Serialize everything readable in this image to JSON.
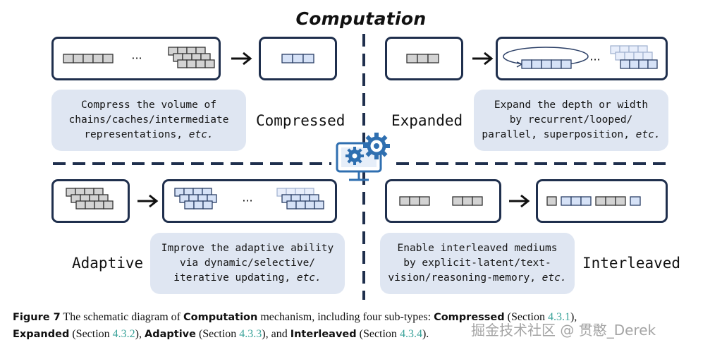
{
  "title": "Computation",
  "quadrants": {
    "compressed": {
      "label": "Compressed",
      "ellipsis": "···",
      "desc_line1": "Compress the volume of",
      "desc_line2": "chains/caches/intermediate",
      "desc_line3_pre": "representations, ",
      "desc_line3_it": "etc."
    },
    "expanded": {
      "label": "Expanded",
      "ellipsis": "···",
      "desc_line1": "Expand the depth or width",
      "desc_line2": "by recurrent/looped/",
      "desc_line3_pre": "parallel, superposition, ",
      "desc_line3_it": "etc."
    },
    "adaptive": {
      "label": "Adaptive",
      "ellipsis": "···",
      "desc_line1": "Improve the adaptive ability",
      "desc_line2": "via dynamic/selective/",
      "desc_line3_pre": "iterative updating, ",
      "desc_line3_it": "etc."
    },
    "interleaved": {
      "label": "Interleaved",
      "desc_line1": "Enable interleaved mediums",
      "desc_line2": "by explicit-latent/text-",
      "desc_line3_pre": "vision/reasoning-memory, ",
      "desc_line3_it": "etc."
    }
  },
  "caption": {
    "fig": "Figure 7",
    "t1": " The schematic diagram of ",
    "k_computation": "Computation",
    "t2": " mechanism, including four sub-types: ",
    "k_compressed": "Compressed",
    "t3": " (Section ",
    "r1": "4.3.1",
    "t4": "),",
    "k_expanded": "Expanded",
    "t5": " (Section ",
    "r2": "4.3.2",
    "t6": "), ",
    "k_adaptive": "Adaptive",
    "t7": " (Section ",
    "r3": "4.3.3",
    "t8": "), and ",
    "k_interleaved": "Interleaved",
    "t9": " (Section ",
    "r4": "4.3.4",
    "t10": ")."
  },
  "watermark": "掘金技术社区 @ 贯憨_Derek",
  "colors": {
    "panel_border": "#1f2f4d",
    "desc_bg": "#dfe6f2",
    "token_gray": "#d3d3d3",
    "token_blue": "#d6e2f7",
    "icon_blue": "#2f6fb0",
    "caption_ref": "#3aa39a"
  },
  "icons": [
    "right-arrow-icon",
    "loop-arrow-icon",
    "gear-monitor-icon"
  ]
}
